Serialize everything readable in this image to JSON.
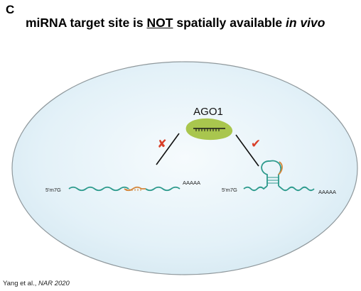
{
  "panel": {
    "letter": "C"
  },
  "title": {
    "part1": "miRNA target site is ",
    "emphasis": "NOT",
    "part2": " spatially available ",
    "italic": "in vivo"
  },
  "diagram": {
    "protein_label": "AGO1",
    "left_mrna": {
      "cap": "5'm7G",
      "tail": "AAAAA",
      "outcome": "✘"
    },
    "right_mrna": {
      "cap": "5'm7G",
      "tail": "AAAAA",
      "outcome": "✔"
    }
  },
  "citation": {
    "authors": "Yang et al., ",
    "source": "NAR 2020"
  },
  "colors": {
    "cell_fill": "#e3f1f8",
    "cell_stroke": "#8f989c",
    "mrna": "#2c9a8c",
    "target_site": "#d4863a",
    "ago1": "#a9c64e",
    "mark": "#d9402a"
  }
}
